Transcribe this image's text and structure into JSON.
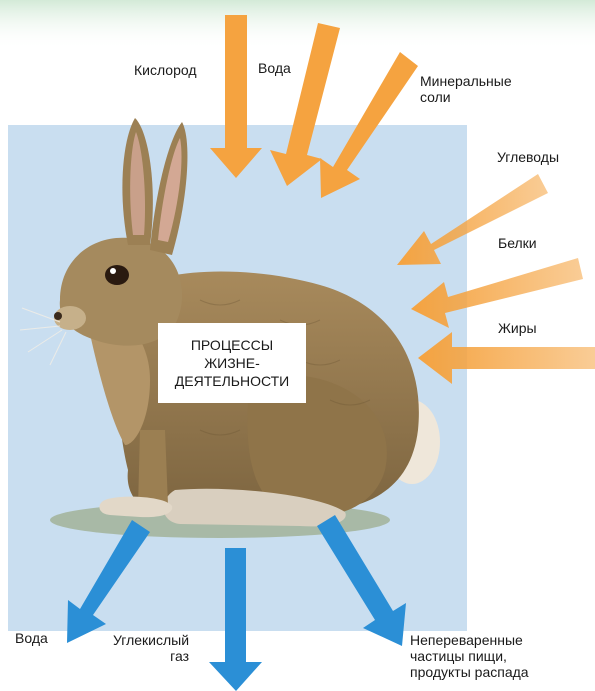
{
  "colors": {
    "panel_background": "#c9def0",
    "inflow_arrow": "#f5a340",
    "outflow_arrow": "#2b8fd6",
    "top_banner": "#e4f2e6"
  },
  "icons": {
    "animal": "hare-illustration"
  },
  "center_label": {
    "lines": [
      "ПРОЦЕССЫ",
      "ЖИЗНЕ-",
      "ДЕЯТЕЛЬНОСТИ"
    ]
  },
  "inflows": {
    "oxygen": "Кислород",
    "water": "Вода",
    "minerals": [
      "Минеральные",
      "соли"
    ],
    "carbohydrates": "Углеводы",
    "proteins": "Белки",
    "fats": "Жиры"
  },
  "outflows": {
    "water": "Вода",
    "carbon_dioxide": [
      "Углекислый",
      "газ"
    ],
    "waste": [
      "Непереваренные",
      "частицы пищи,",
      "продукты распада"
    ]
  }
}
